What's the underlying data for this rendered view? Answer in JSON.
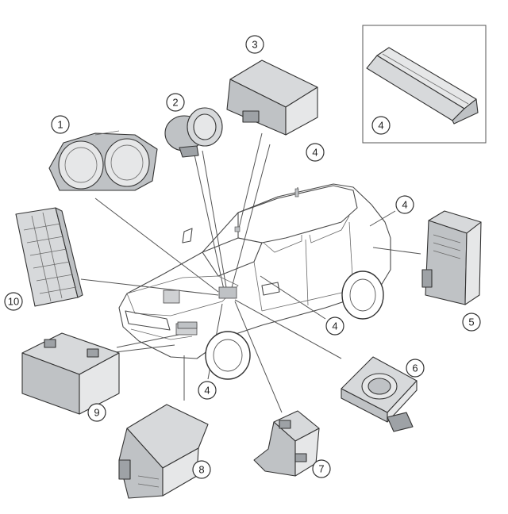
{
  "callouts": [
    {
      "id": "c1",
      "label": "1"
    },
    {
      "id": "c2",
      "label": "2"
    },
    {
      "id": "c3",
      "label": "3"
    },
    {
      "id": "c4_inset",
      "label": "4"
    },
    {
      "id": "c4_roof",
      "label": "4"
    },
    {
      "id": "c4_pillar",
      "label": "4"
    },
    {
      "id": "c4_door",
      "label": "4"
    },
    {
      "id": "c4_front",
      "label": "4"
    },
    {
      "id": "c5",
      "label": "5"
    },
    {
      "id": "c6",
      "label": "6"
    },
    {
      "id": "c7",
      "label": "7"
    },
    {
      "id": "c8",
      "label": "8"
    },
    {
      "id": "c9",
      "label": "9"
    },
    {
      "id": "c10",
      "label": "10"
    }
  ]
}
